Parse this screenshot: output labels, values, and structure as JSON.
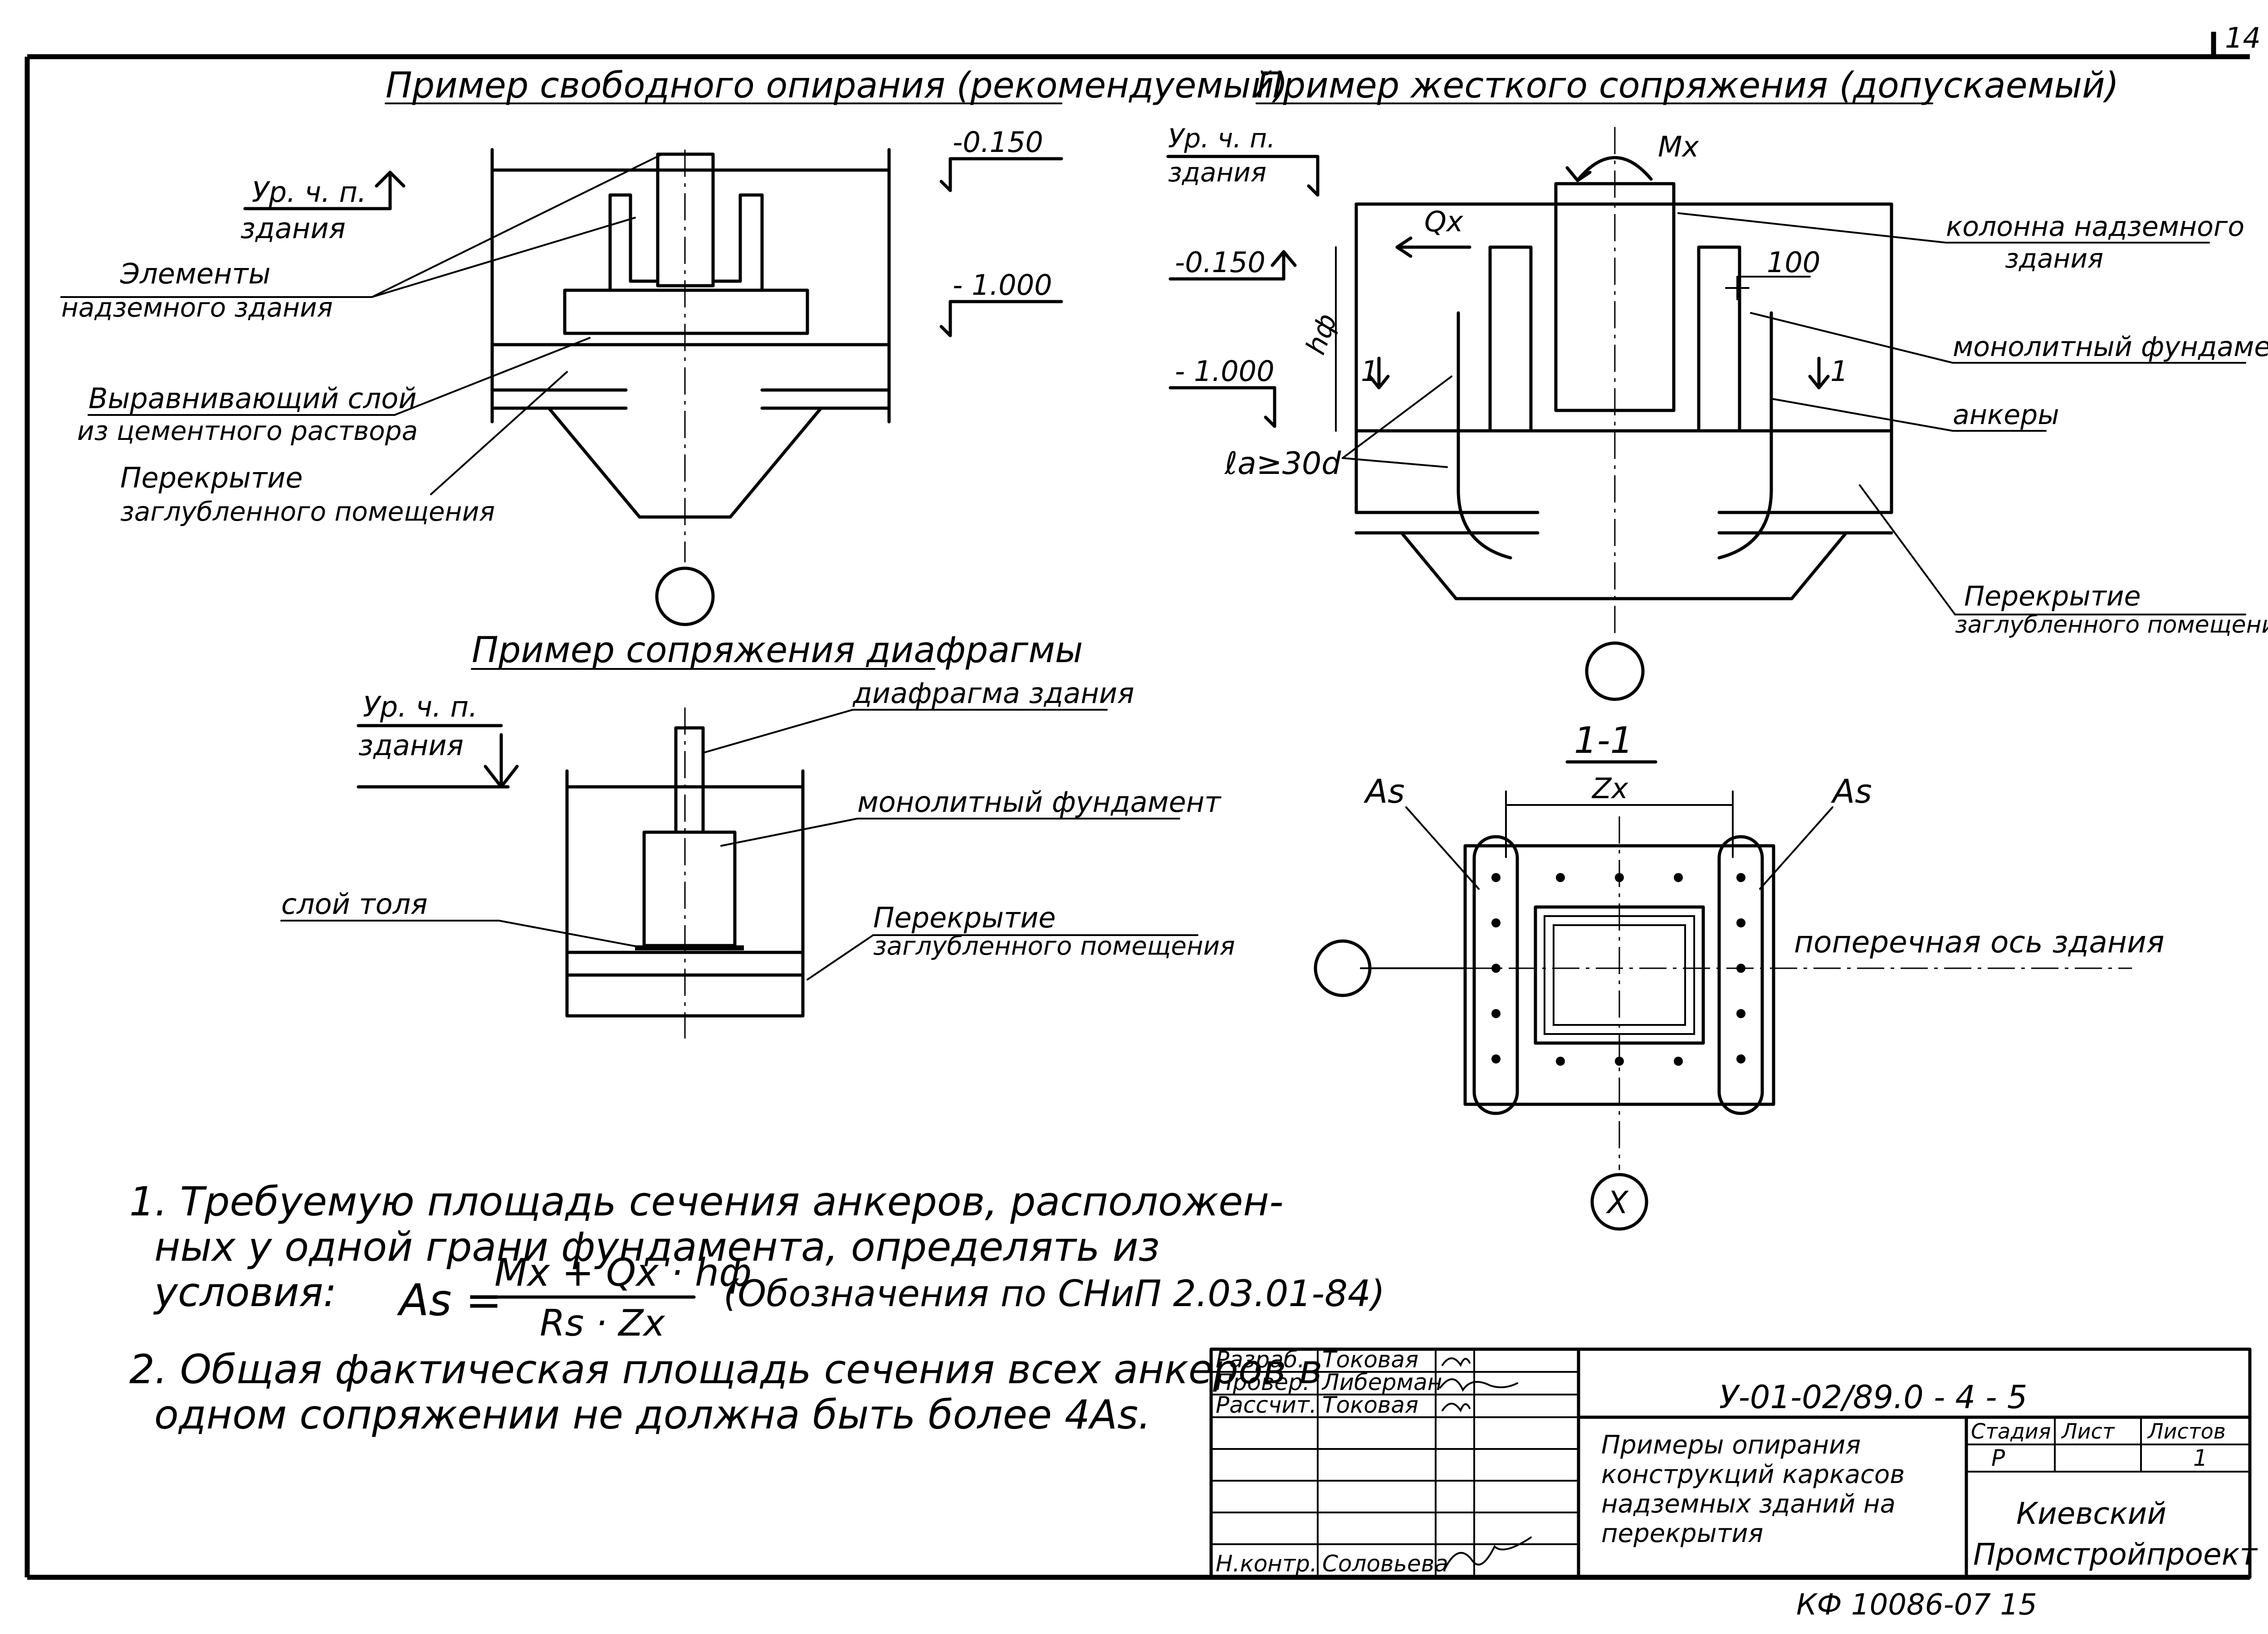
{
  "corner_mark": "14",
  "fig1": {
    "title": "Пример свободного опирания (рекомендуемый)",
    "level_top": "Ур. ч. п.",
    "level_bottom": "здания",
    "mark_150": "-0.150",
    "mark_1000": "- 1.000",
    "elements_1": "Элементы",
    "elements_2": "надземного здания",
    "layer_1": "Выравнивающий слой",
    "layer_2": "из цементного раствора",
    "floor_1": "Перекрытие",
    "floor_2": "заглубленного помещения"
  },
  "fig2": {
    "title": "Пример жесткого сопряжения (допускаемый)",
    "level_top": "Ур. ч. п.",
    "level_bottom": "здания",
    "mark_150": "-0.150",
    "mark_1000": "- 1.000",
    "moment": "Mx",
    "shear": "Qx",
    "depth": "hф",
    "anchor_length": "ℓa≥30d",
    "dim_100": "100",
    "cut_mark": "1",
    "column_1": "колонна надземного",
    "column_2": "здания",
    "foundation": "монолитный фундамент",
    "anchors": "анкеры",
    "floor_1": "Перекрытие",
    "floor_2": "заглубленного помещения"
  },
  "fig3": {
    "title": "Пример сопряжения диафрагмы",
    "level_top": "Ур. ч. п.",
    "level_bottom": "здания",
    "diaphragm": "диафрагма здания",
    "foundation": "монолитный фундамент",
    "tar_layer": "слой толя",
    "floor_1": "Перекрытие",
    "floor_2": "заглубленного помещения"
  },
  "section": {
    "title": "1-1",
    "zx": "Zx",
    "as_left": "As",
    "as_right": "As",
    "axis_label": "поперечная ось здания",
    "axis_marker": "X"
  },
  "notes": {
    "n1_line1": "1. Требуемую площадь сечения анкеров, расположен-",
    "n1_line2": "ных у одной грани фундамента, определять из",
    "n1_line3": "условия:",
    "formula_lhs": "As =",
    "formula_num": "Mx + Qx · hф",
    "formula_den": "Rs · Zx",
    "formula_ref": "(Обозначения по СНиП 2.03.01-84)",
    "n2_line1": "2. Общая фактическая площадь сечения всех анкеров в",
    "n2_line2": "одном сопряжении не должна быть более 4As."
  },
  "title_block": {
    "roles": [
      "Разраб.",
      "Провер.",
      "Рассчит.",
      "Н.контр."
    ],
    "names": [
      "Токовая",
      "Либерман",
      "Токовая",
      "Соловьева"
    ],
    "code": "У-01-02/89.0 - 4 - 5",
    "description": [
      "Примеры опирания",
      "конструкций каркасов",
      "надземных зданий на",
      "перекрытия"
    ],
    "stage_label": "Стадия",
    "sheet_label": "Лист",
    "sheets_label": "Листов",
    "stage_value": "Р",
    "sheets_value": "1",
    "org_1": "Киевский",
    "org_2": "Промстройпроект"
  },
  "stamp": "КФ 10086-07  15"
}
